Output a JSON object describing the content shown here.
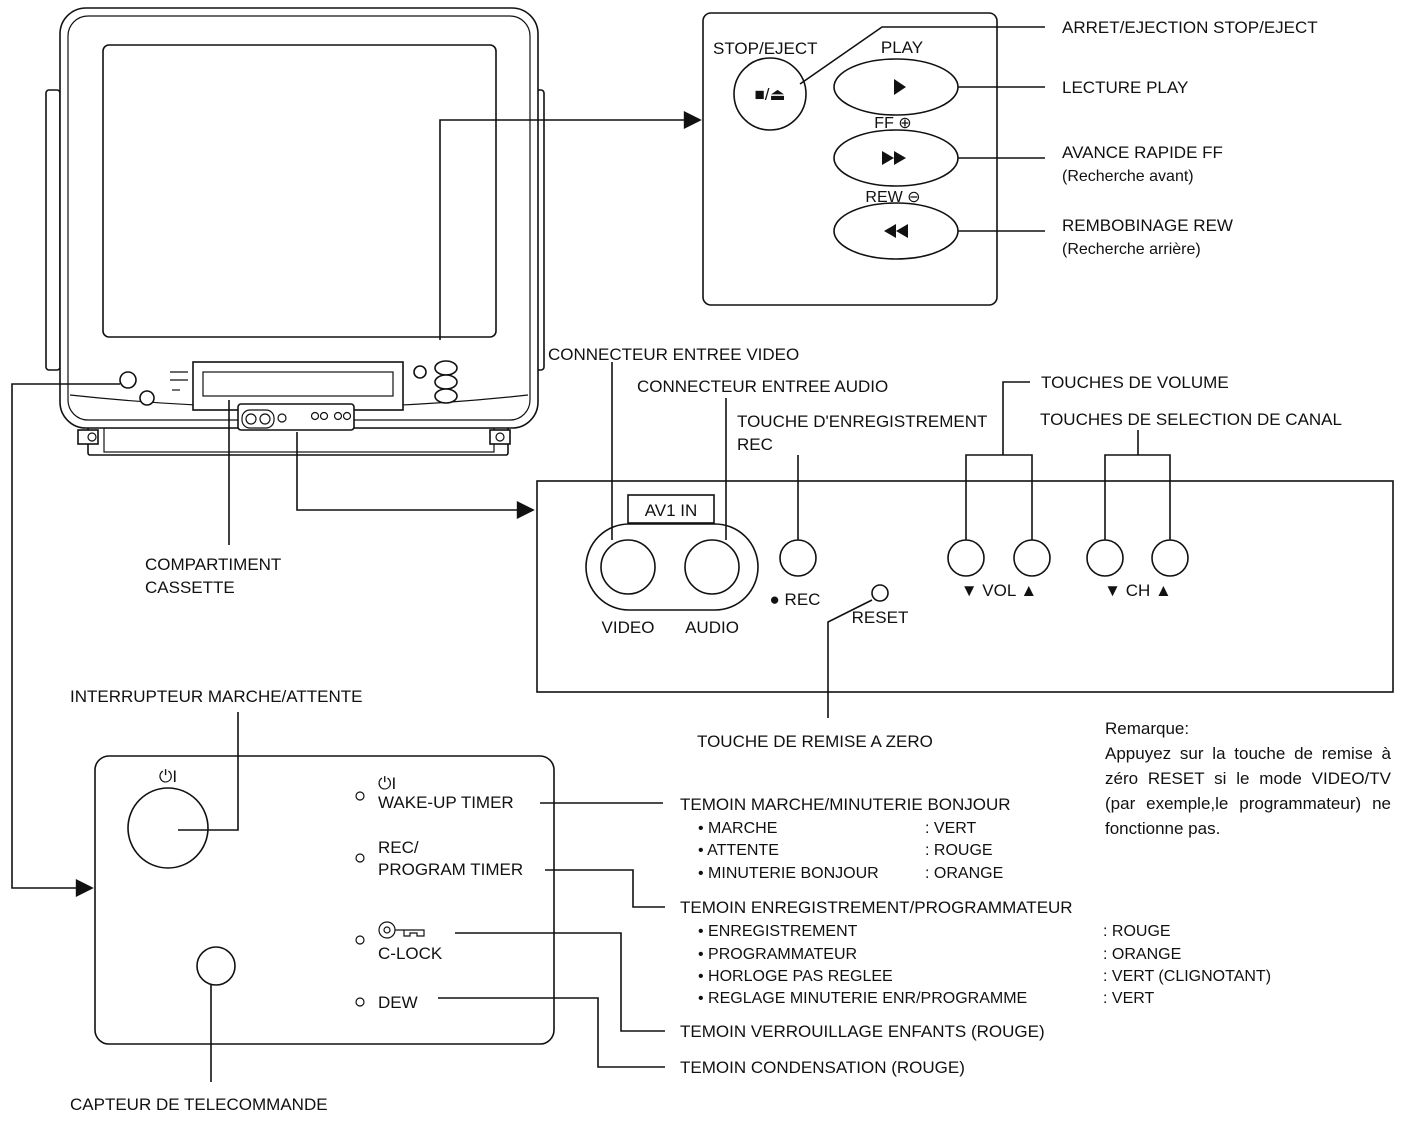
{
  "labels": {
    "stop_eject_callout": "ARRET/EJECTION STOP/EJECT",
    "play_callout": "LECTURE PLAY",
    "ff_callout_1": "AVANCE RAPIDE FF",
    "ff_callout_2": "(Recherche avant)",
    "rew_callout_1": "REMBOBINAGE REW",
    "rew_callout_2": "(Recherche arrière)",
    "video_in": "CONNECTEUR ENTREE VIDEO",
    "audio_in": "CONNECTEUR ENTREE AUDIO",
    "rec_key_1": "TOUCHE D'ENREGISTREMENT",
    "rec_key_2": "REC",
    "volume_keys": "TOUCHES DE VOLUME",
    "channel_keys": "TOUCHES DE SELECTION DE CANAL",
    "cassette_1": "COMPARTIMENT",
    "cassette_2": "CASSETTE",
    "reset_key": "TOUCHE DE REMISE A ZERO",
    "power_switch": "INTERRUPTEUR MARCHE/ATTENTE",
    "remote_sensor": "CAPTEUR DE TELECOMMANDE"
  },
  "deck_panel": {
    "stop_eject": "STOP/EJECT",
    "stop_eject_symbol": "■/⏏",
    "play": "PLAY",
    "ff": "FF ⊕",
    "rew": "REW ⊖"
  },
  "front_panel": {
    "av_in": "AV1 IN",
    "video": "VIDEO",
    "audio": "AUDIO",
    "rec": "● REC",
    "reset": "RESET",
    "vol": "▼ VOL ▲",
    "ch": "▼ CH ▲"
  },
  "indicator_panel": {
    "power_symbol": "⏻I",
    "wake_up_symbol": "⏻I",
    "wake_up": "WAKE-UP TIMER",
    "rec_1": "REC/",
    "rec_2": "PROGRAM TIMER",
    "c_lock": "C-LOCK",
    "dew": "DEW"
  },
  "indicator_descriptions": {
    "power": {
      "title": "TEMOIN MARCHE/MINUTERIE BONJOUR",
      "rows": [
        {
          "label": "• MARCHE",
          "value": ": VERT"
        },
        {
          "label": "• ATTENTE",
          "value": ": ROUGE"
        },
        {
          "label": "• MINUTERIE BONJOUR",
          "value": ": ORANGE"
        }
      ]
    },
    "rec": {
      "title": "TEMOIN ENREGISTREMENT/PROGRAMMATEUR",
      "rows": [
        {
          "label": "• ENREGISTREMENT",
          "value": ": ROUGE"
        },
        {
          "label": "• PROGRAMMATEUR",
          "value": ": ORANGE"
        },
        {
          "label": "• HORLOGE PAS REGLEE",
          "value": ": VERT (CLIGNOTANT)"
        },
        {
          "label": "• REGLAGE MINUTERIE ENR/PROGRAMME",
          "value": ": VERT"
        }
      ]
    },
    "c_lock": "TEMOIN VERROUILLAGE ENFANTS (ROUGE)",
    "dew": "TEMOIN CONDENSATION (ROUGE)"
  },
  "note": {
    "title": "Remarque:",
    "body": "Appuyez sur la touche de remise à zéro RESET si le mode VIDEO/TV (par exemple,le programmateur) ne fonctionne pas."
  }
}
